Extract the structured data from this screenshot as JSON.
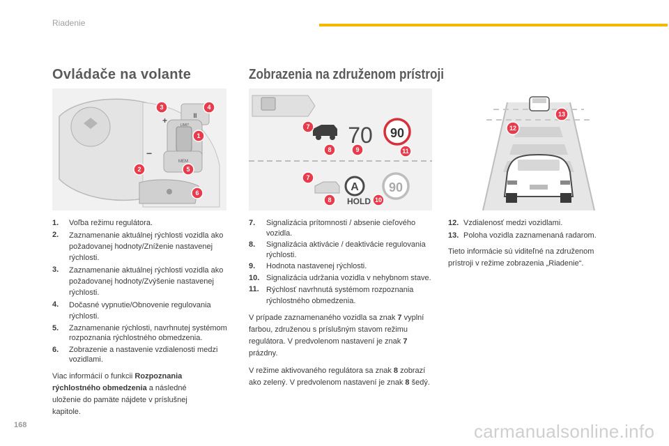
{
  "header": {
    "section": "Riadenie"
  },
  "titles": {
    "left": "Ovládače na volante",
    "right": "Zobrazenia na združenom prístroji"
  },
  "illus_left": {
    "badges": [
      "1",
      "2",
      "3",
      "4",
      "5",
      "6"
    ],
    "labels": {
      "limit": "LIMIT",
      "mem": "MEM",
      "plus": "+",
      "minus": "−",
      "pause": "II"
    }
  },
  "illus_mid": {
    "badges": [
      "7",
      "8",
      "9",
      "10",
      "11",
      "7",
      "8"
    ],
    "speed": "70",
    "limit1": "90",
    "limit2": "90",
    "a": "A",
    "hold": "HOLD"
  },
  "illus_right": {
    "badges": [
      "12",
      "13"
    ]
  },
  "col1": {
    "items": [
      {
        "num": "1.",
        "text": "Voľba režimu regulátora."
      },
      {
        "num": "2.",
        "text": "Zaznamenanie aktuálnej rýchlosti vozidla ako požadovanej hodnoty/Zníženie nastavenej rýchlosti."
      },
      {
        "num": "3.",
        "text": "Zaznamenanie aktuálnej rýchlosti vozidla ako požadovanej hodnoty/Zvýšenie nastavenej rýchlosti."
      },
      {
        "num": "4.",
        "text": "Dočasné vypnutie/Obnovenie regulovania rýchlosti."
      },
      {
        "num": "5.",
        "text": "Zaznamenanie rýchlosti, navrhnutej systémom rozpoznania rýchlostného obmedzenia."
      },
      {
        "num": "6.",
        "text": "Zobrazenie a nastavenie vzdialenosti medzi vozidlami."
      }
    ],
    "note_before": "Viac informácií o funkcii ",
    "note_bold": "Rozpoznania rýchlostného obmedzenia",
    "note_after": " a následné uloženie do pamäte nájdete v príslušnej kapitole."
  },
  "col2": {
    "items": [
      {
        "num": "7.",
        "text": "Signalizácia prítomnosti / absenie cieľového vozidla."
      },
      {
        "num": "8.",
        "text": "Signalizácia aktivácie / deaktivácie regulovania rýchlosti."
      },
      {
        "num": "9.",
        "text": "Hodnota nastavenej rýchlosti."
      },
      {
        "num": "10.",
        "text": "Signalizácia udržania vozidla v nehybnom stave."
      },
      {
        "num": "11.",
        "text": "Rýchlosť navrhnutá systémom rozpoznania rýchlostného obmedzenia."
      }
    ],
    "p1_a": "V prípade zaznamenaného vozidla sa znak ",
    "p1_b": "7",
    "p1_c": " vyplní farbou, združenou s príslušným stavom režimu regulátora. V predvolenom nastavení je znak ",
    "p1_d": "7",
    "p1_e": " prázdny.",
    "p2_a": "V režime aktivovaného regulátora sa znak ",
    "p2_b": "8",
    "p2_c": " zobrazí ako zelený. V predvolenom nastavení je znak ",
    "p2_d": "8",
    "p2_e": " šedý."
  },
  "col3": {
    "items": [
      {
        "num": "12.",
        "text": "Vzdialenosť medzi vozidlami."
      },
      {
        "num": "13.",
        "text": "Poloha vozidla zaznamenaná radarom."
      }
    ],
    "note": "Tieto informácie sú viditeľné na združenom prístroji v režime zobrazenia „Riadenie“."
  },
  "footer": {
    "page": "168",
    "watermark": "carmanualsonline.info"
  },
  "colors": {
    "accent": "#f4b800",
    "badge": "#e83b4b",
    "limit_ring": "#d6303a"
  }
}
